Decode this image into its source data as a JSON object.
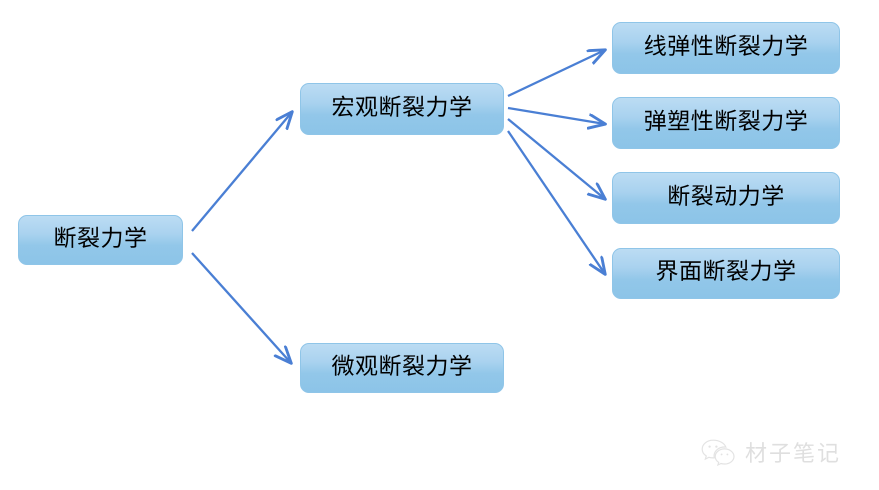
{
  "diagram": {
    "type": "tree-flowchart",
    "orientation": "left-to-right",
    "background_color": "#ffffff",
    "node_fill_top": "#bcdcf3",
    "node_fill_bottom": "#8cc4e8",
    "node_border_color": "#8fc5e8",
    "node_text_color": "#000000",
    "arrow_color": "#4a7fd4",
    "nodes": [
      {
        "id": "root",
        "label": "断裂力学",
        "level": 0
      },
      {
        "id": "macro",
        "label": "宏观断裂力学",
        "level": 1
      },
      {
        "id": "micro",
        "label": "微观断裂力学",
        "level": 1
      },
      {
        "id": "lefm",
        "label": "线弹性断裂力学",
        "level": 2
      },
      {
        "id": "epfm",
        "label": "弹塑性断裂力学",
        "level": 2
      },
      {
        "id": "dynamic",
        "label": "断裂动力学",
        "level": 2
      },
      {
        "id": "interface",
        "label": "界面断裂力学",
        "level": 2
      }
    ],
    "edges": [
      {
        "from": "root",
        "to": "macro"
      },
      {
        "from": "root",
        "to": "micro"
      },
      {
        "from": "macro",
        "to": "lefm"
      },
      {
        "from": "macro",
        "to": "epfm"
      },
      {
        "from": "macro",
        "to": "dynamic"
      },
      {
        "from": "macro",
        "to": "interface"
      }
    ]
  },
  "watermark": {
    "text": "材子笔记",
    "icon": "wechat-icon",
    "color": "#b9b9b9"
  }
}
